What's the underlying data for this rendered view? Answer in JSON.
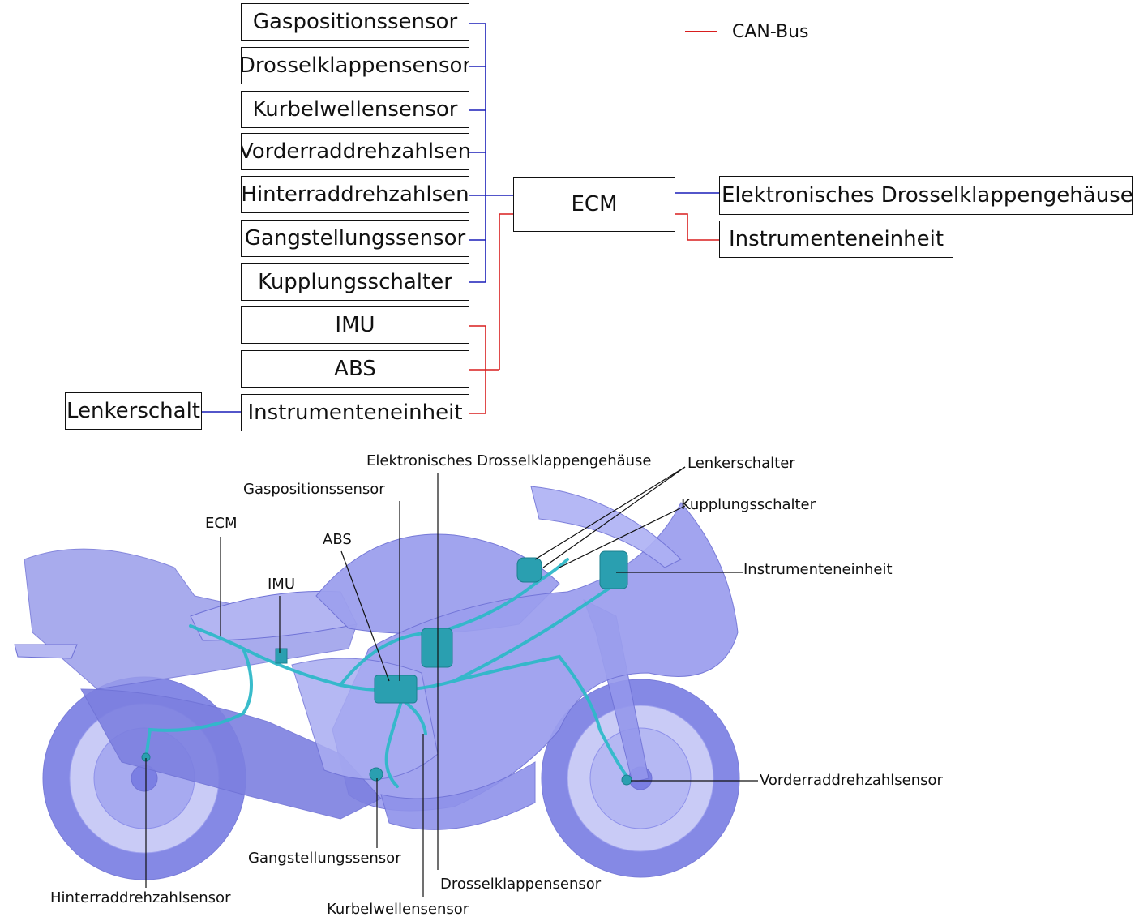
{
  "colors": {
    "sensor_line": "#1a1fb8",
    "can_bus": "#d81e1e",
    "harness": "#2fb9c9",
    "bike_body": "#8a8de8"
  },
  "legend": {
    "can_bus_label": "CAN-Bus"
  },
  "block_diagram": {
    "sensors": [
      "Gaspositionssensor",
      "Drosselklappensensor",
      "Kurbelwellensensor",
      "Vorderraddrehzahlsen",
      "Hinterraddrehzahlsen",
      "Gangstellungssensor",
      "Kupplungsschalter"
    ],
    "can_units": [
      "IMU",
      "ABS",
      "Instrumenteneinheit"
    ],
    "handlebar_switch": "Lenkerschalt",
    "ecm": "ECM",
    "outputs": [
      "Elektronisches Drosselklappengehäuse",
      "Instrumenteneinheit"
    ]
  },
  "bike_labels": {
    "etb": "Elektronisches Drosselklappengehäuse",
    "lenkerschalter": "Lenkerschalter",
    "gaspos": "Gaspositionssensor",
    "kupplung": "Kupplungsschalter",
    "ecm": "ECM",
    "abs": "ABS",
    "instrument": "Instrumenteneinheit",
    "imu": "IMU",
    "vorderrad": "Vorderraddrehzahlsensor",
    "gang": "Gangstellungssensor",
    "drossel": "Drosselklappensensor",
    "hinterrad": "Hinterraddrehzahlsensor",
    "kurbel": "Kurbelwellensensor"
  }
}
